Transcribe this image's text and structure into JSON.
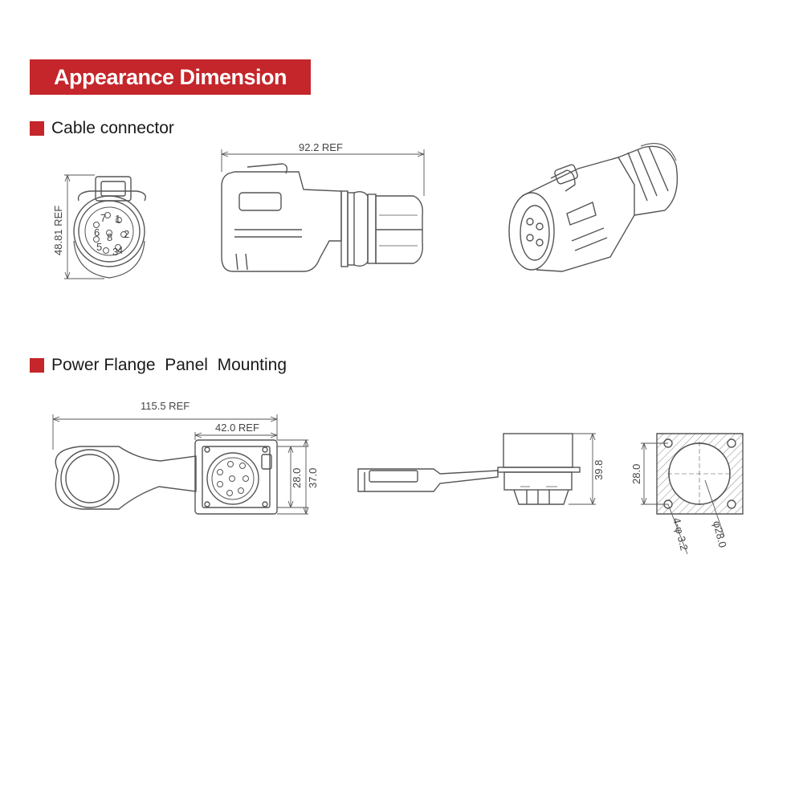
{
  "title": "Appearance Dimension",
  "sections": {
    "cable": "Cable connector",
    "flange": "Power Flange  Panel  Mounting"
  },
  "dimensions": {
    "cable_height": "48.81 REF",
    "cable_length": "92.2 REF",
    "flange_total": "115.5 REF",
    "flange_width": "42.0 REF",
    "flange_inner": "28.0",
    "flange_outer": "37.0",
    "side_height": "39.8",
    "panel_size": "28.0",
    "panel_holes": "4-φ 3.2",
    "panel_bore": "φ28.0"
  },
  "pins": [
    "1",
    "2",
    "3",
    "4",
    "5",
    "6",
    "7",
    "8"
  ],
  "colors": {
    "accent": "#c4262b",
    "line": "#555555"
  }
}
